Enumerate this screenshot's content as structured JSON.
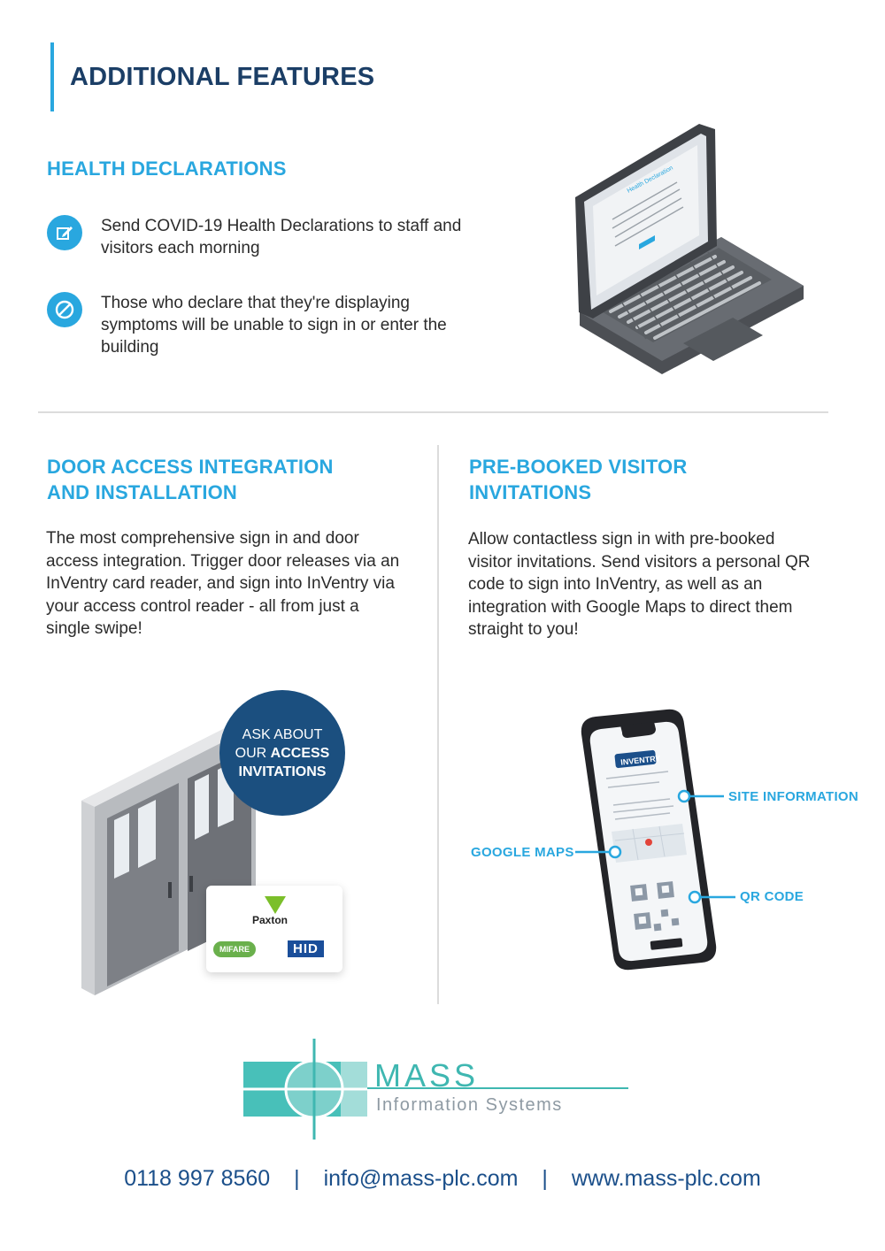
{
  "header": {
    "title": "ADDITIONAL FEATURES"
  },
  "health": {
    "title": "HEALTH DECLARATIONS",
    "items": [
      {
        "icon": "edit-icon",
        "text_lines": [
          "Send COVID-19 Health Declarations to staff and",
          "visitors each morning"
        ]
      },
      {
        "icon": "block-icon",
        "text_lines": [
          "Those who declare that they're displaying",
          "symptoms will be unable to sign in or enter the",
          "building"
        ]
      }
    ],
    "laptop_screen_title": "Health Declaration"
  },
  "door": {
    "title_lines": [
      "DOOR ACCESS INTEGRATION",
      "AND INSTALLATION"
    ],
    "text_lines": [
      "The most comprehensive sign in and door",
      "access integration. Trigger door releases via an",
      "InVentry card reader, and sign into InVentry via",
      "your access control reader - all from just a",
      "single swipe!"
    ],
    "badge": {
      "line1": "ASK ABOUT",
      "line2_plain": "OUR ",
      "line2_bold": "ACCESS",
      "line3": "INVITATIONS"
    },
    "card": {
      "paxton": "Paxton",
      "mifare": "MIFARE",
      "hid": "HID"
    }
  },
  "visitor": {
    "title_lines": [
      "PRE-BOOKED VISITOR",
      "INVITATIONS"
    ],
    "text_lines": [
      "Allow contactless sign in with pre-booked",
      "visitor invitations. Send visitors a personal QR",
      "code to sign into InVentry, as well as an",
      "integration with Google Maps to direct them",
      "straight to you!"
    ],
    "phone_brand": "INVENTRY",
    "callouts": {
      "site": "SITE INFORMATION",
      "maps": "GOOGLE MAPS",
      "qr": "QR CODE"
    }
  },
  "logo": {
    "word": "MASS",
    "sub": "Information Systems"
  },
  "footer": {
    "phone": "0118 997 8560",
    "separator": "|",
    "email": "info@mass-plc.com",
    "website": "www.mass-plc.com"
  },
  "colors": {
    "accent": "#29a7df",
    "navy": "#1b3e66",
    "badge": "#1b4f7f",
    "logo_teal": "#3fb7b1"
  }
}
